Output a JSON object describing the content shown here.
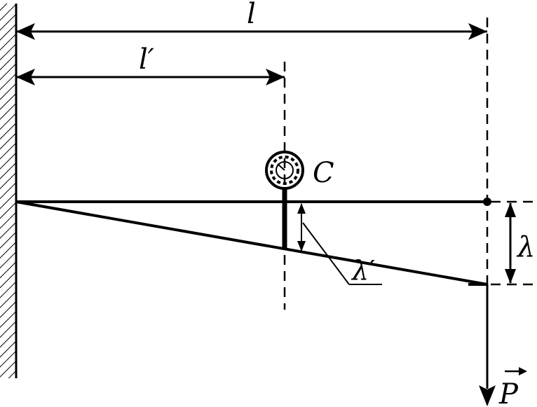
{
  "labels": {
    "length_total": "l",
    "length_partial": "l′",
    "point_c": "C",
    "deflection_end": "λ",
    "deflection_partial": "λ′",
    "force": "P"
  },
  "colors": {
    "ink": "#000000",
    "background": "#ffffff"
  }
}
